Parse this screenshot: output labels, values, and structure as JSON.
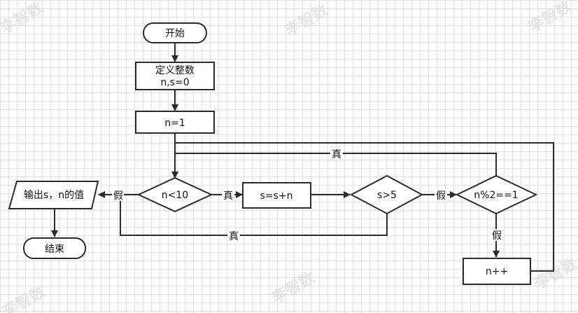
{
  "nodes": {
    "start": "开始",
    "define_line1": "定义整数",
    "define_line2": "n,s=0",
    "init_n": "n=1",
    "cond_n": "n<10",
    "sum": "s=s+n",
    "cond_s": "s>5",
    "cond_even": "n%2==1",
    "incr": "n++",
    "output": "输出s，n的值",
    "end": "结束"
  },
  "edge_labels": {
    "loop_true": "真",
    "n_false": "假",
    "n_true": "真",
    "s_false": "假",
    "s_true": "真",
    "even_false": "假"
  },
  "watermark": "李智数",
  "colors": {
    "stroke": "#2b2b2b",
    "grid": "#e2e2e2",
    "fill": "#ffffff"
  }
}
